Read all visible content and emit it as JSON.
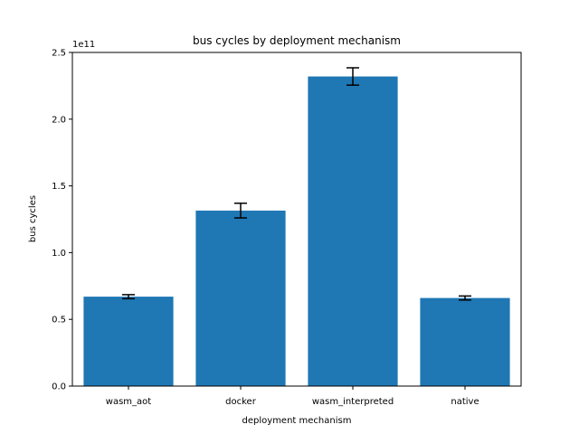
{
  "chart_data": {
    "type": "bar",
    "title": "bus cycles by deployment mechanism",
    "xlabel": "deployment mechanism",
    "ylabel": "bus cycles",
    "y_offset_label": "1e11",
    "ylim": [
      0,
      2.5
    ],
    "y_scale_factor": 100000000000.0,
    "yticks": [
      "0.0",
      "0.5",
      "1.0",
      "1.5",
      "2.0",
      "2.5"
    ],
    "categories": [
      "wasm_aot",
      "docker",
      "wasm_interpreted",
      "native"
    ],
    "values": [
      0.67,
      1.315,
      2.32,
      0.66
    ],
    "errors": [
      0.015,
      0.055,
      0.065,
      0.015
    ],
    "bar_color": "#1f77b4",
    "grid": false
  }
}
